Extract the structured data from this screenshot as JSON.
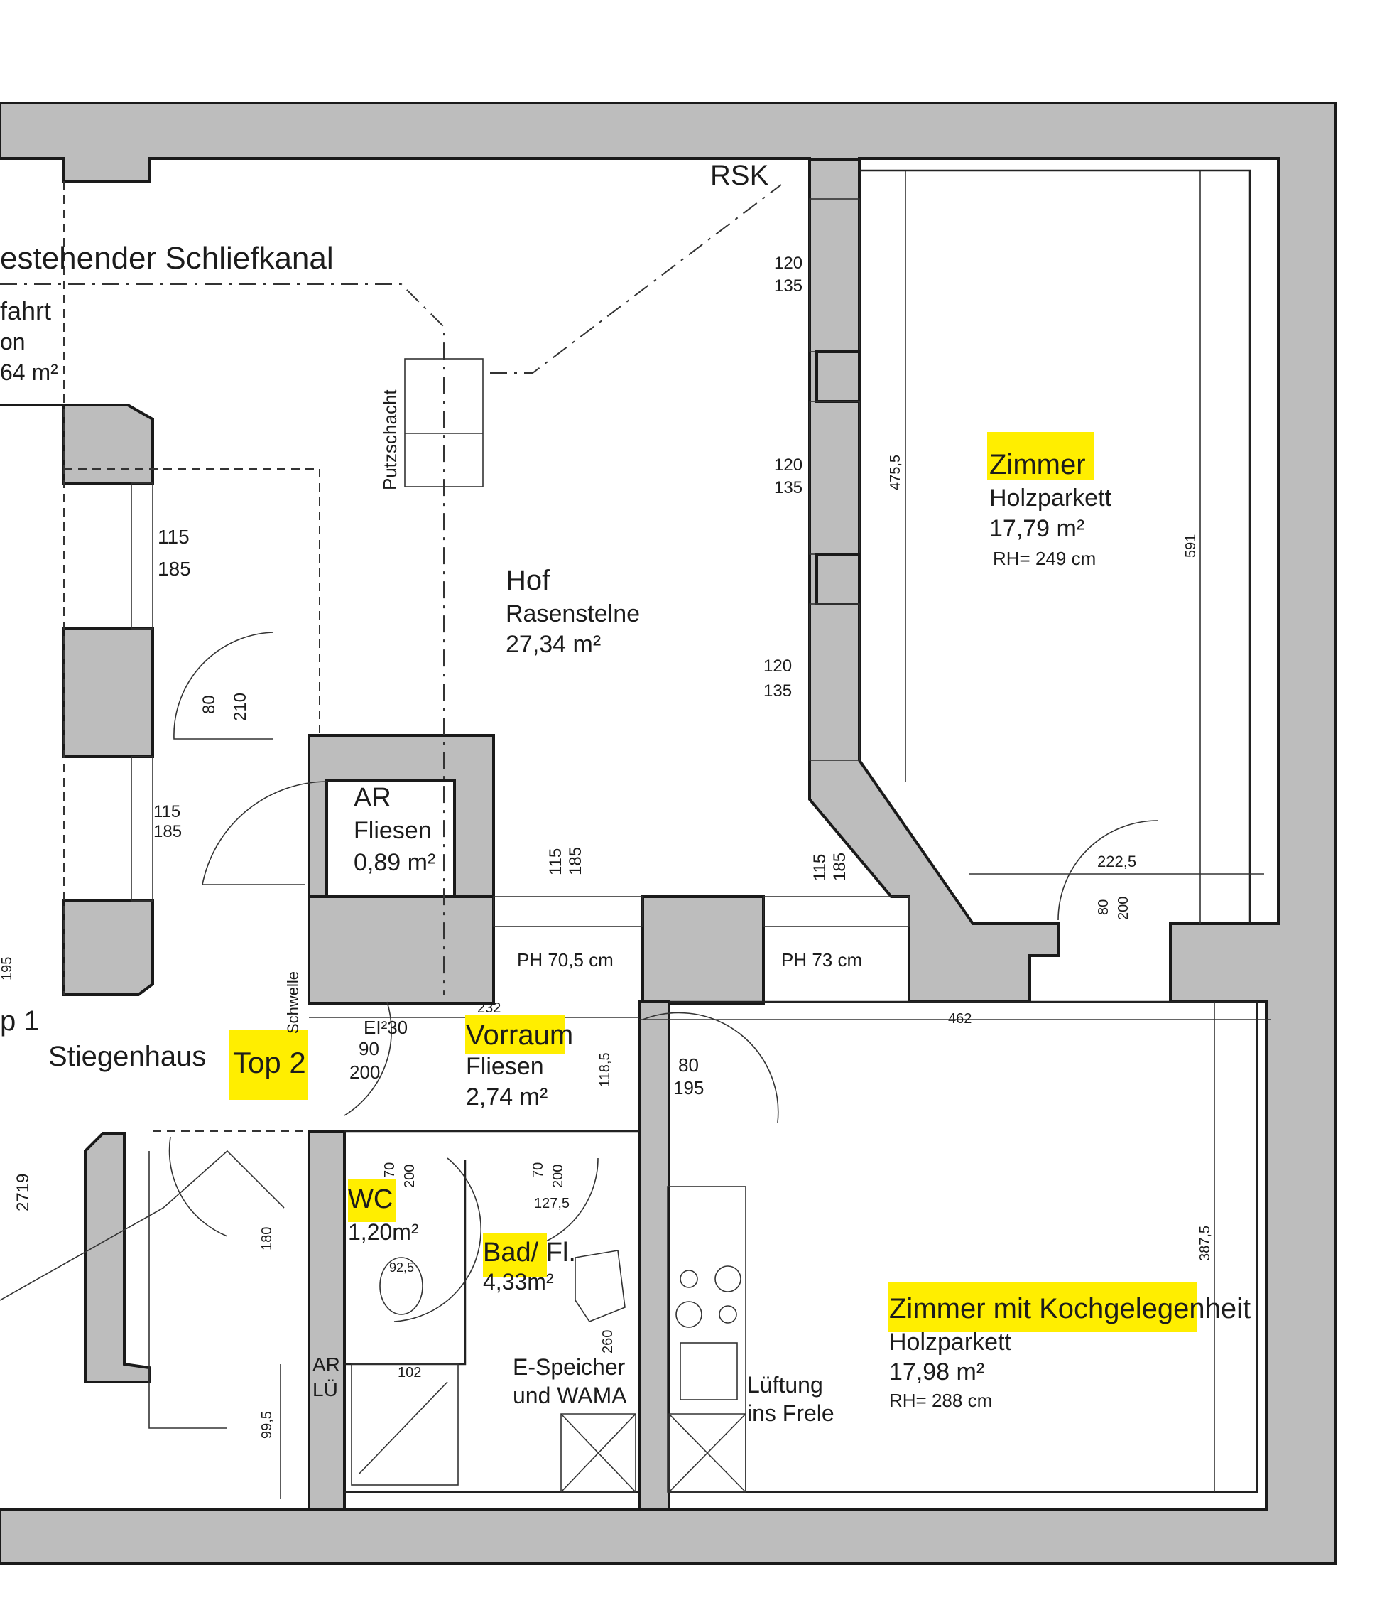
{
  "rooms": {
    "schleifkanal": {
      "text": "estehender Schliefkanal"
    },
    "einfahrt": {
      "name": "fahrt",
      "line2": "on",
      "area": "64 m²"
    },
    "hof": {
      "name": "Hof",
      "floor": "Rasenstelne",
      "area": "27,34 m²"
    },
    "putzschacht": {
      "name": "Putzschacht"
    },
    "rsk": {
      "name": "RSK"
    },
    "zimmer": {
      "name": "Zimmer",
      "floor": "Holzparkett",
      "area": "17,79 m²",
      "rh": "RH=  249 cm"
    },
    "ar": {
      "name": "AR",
      "floor": "Fliesen",
      "area": "0,89 m²"
    },
    "top2": {
      "name": "Top 2"
    },
    "top1": {
      "name": "p 1"
    },
    "stiegenhaus": {
      "name": "Stiegenhaus"
    },
    "vorraum": {
      "name": "Vorraum",
      "floor": "Fliesen",
      "area": "2,74 m²"
    },
    "wc": {
      "name": "WC",
      "area": "1,20m²"
    },
    "bad": {
      "name": "Bad/ Fl.",
      "area": "4,33m²"
    },
    "espeicher": {
      "line1": "E-Speicher",
      "line2": "und WAMA"
    },
    "lueftung": {
      "line1": "Lüftung",
      "line2": "ins Frele"
    },
    "zimmer_koch": {
      "name": "Zimmer mit Kochgelegenheit",
      "floor": "Holzparkett",
      "area": "17,98 m²",
      "rh": "RH= 288 cm"
    },
    "arlu": {
      "line1": "AR",
      "line2": "LÜ"
    }
  },
  "labels": {
    "ph1": "PH 70,5 cm",
    "ph2": "PH 73 cm",
    "schwelle": "Schwelle",
    "ei30": "EI²30"
  },
  "dimensions": {
    "w1a": "120",
    "w1b": "135",
    "w2a": "120",
    "w2b": "135",
    "w3a": "120",
    "w3b": "135",
    "w4a": "115",
    "w4b": "185",
    "w5a": "115",
    "w5b": "185",
    "w6a": "115",
    "w6b": "185",
    "w7a": "115",
    "w7b": "185",
    "d1a": "80",
    "d1b": "210",
    "d2a": "90",
    "d2b": "200",
    "d3a": "80",
    "d3b": "195",
    "d4a": "70",
    "d4b": "200",
    "d5a": "70",
    "d5b": "200",
    "d6a": "80",
    "d6b": "200",
    "h4755": "475,5",
    "h591": "591",
    "h2225": "222,5",
    "h232": "232",
    "h462": "462",
    "h1185": "118,5",
    "h1275": "127,5",
    "h3875": "387,5",
    "h102": "102",
    "h260": "260",
    "h180": "180",
    "h995": "99,5",
    "h195": "195",
    "h2719": "2719",
    "h925": "92,5"
  },
  "colors": {
    "wall": "#bdbdbd",
    "highlight": "#ffee00",
    "line": "#222222"
  }
}
